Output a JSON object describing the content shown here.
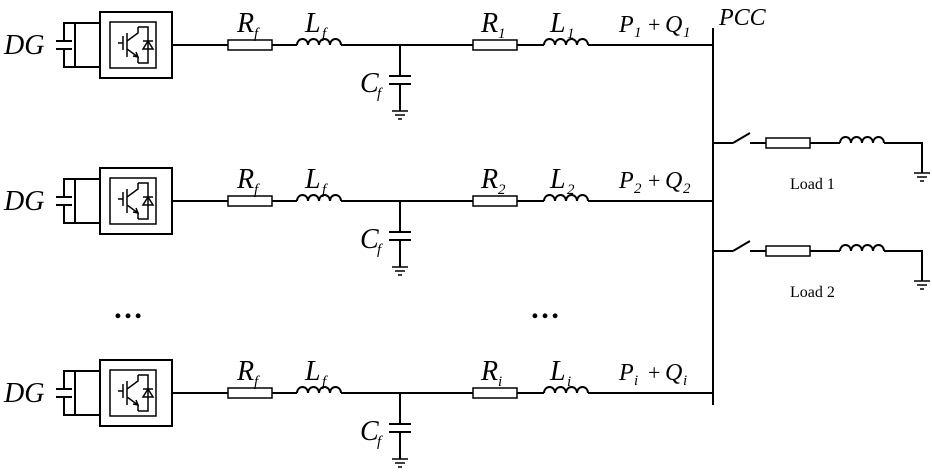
{
  "labels": {
    "dg": "DG",
    "rf_main": "R",
    "rf_sub": "f",
    "lf_main": "L",
    "lf_sub": "f",
    "cf_main": "C",
    "cf_sub": "f",
    "pcc": "PCC",
    "ellipsis": "…"
  },
  "branches": [
    {
      "r_main": "R",
      "r_sub": "1",
      "l_main": "L",
      "l_sub": "1",
      "p_main": "P",
      "p_sub": "1",
      "plus": "+",
      "q_main": "Q",
      "q_sub": "1"
    },
    {
      "r_main": "R",
      "r_sub": "2",
      "l_main": "L",
      "l_sub": "2",
      "p_main": "P",
      "p_sub": "2",
      "plus": "+",
      "q_main": "Q",
      "q_sub": "2"
    },
    {
      "r_main": "R",
      "r_sub": "i",
      "l_main": "L",
      "l_sub": "i",
      "p_main": "P",
      "p_sub": "i",
      "plus": "+",
      "q_main": "Q",
      "q_sub": "i"
    }
  ],
  "loads": [
    {
      "label": "Load 1"
    },
    {
      "label": "Load 2"
    }
  ]
}
